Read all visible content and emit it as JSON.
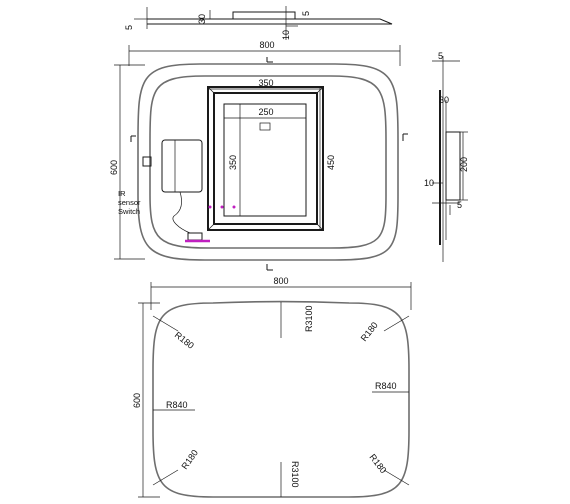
{
  "top_view": {
    "left_5": "5",
    "depth_30": "30",
    "gap_10": "10",
    "right_5": "5"
  },
  "front_view": {
    "width": "800",
    "height": "600",
    "outer_frame_width": "350",
    "inner_frame_width": "250",
    "inner_frame_height": "350",
    "outer_frame_height": "450",
    "sensor_label_line1": "IR",
    "sensor_label_line2": "sensor",
    "sensor_label_line3": "Switch"
  },
  "side_view": {
    "top_5": "5",
    "depth_30": "30",
    "bracket_200": "200",
    "gap_10": "10",
    "bottom_5": "5"
  },
  "shape_view": {
    "width": "800",
    "height": "600",
    "corner_radius_tl": "R180",
    "corner_radius_tr": "R180",
    "corner_radius_bl": "R180",
    "corner_radius_br": "R180",
    "top_radius": "R3100",
    "bottom_radius": "R3100",
    "left_radius": "R840",
    "right_radius": "R840"
  },
  "colors": {
    "line": "#1a1a1a",
    "accent": "#c020c0"
  }
}
